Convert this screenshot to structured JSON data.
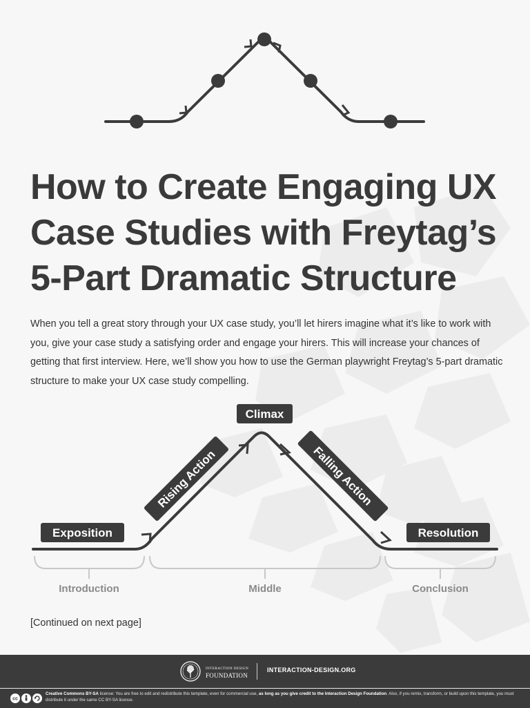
{
  "title": {
    "line1": "How to Create Engaging UX",
    "line2": "Case Studies with Freytag’s",
    "line3": "5-Part Dramatic Structure"
  },
  "intro": "When you tell a great story through your UX case study, you’ll let hirers imagine what it’s like to work with you, give your case study a satisfying order and engage your hirers. This will increase your chances of getting that first interview. Here, we’ll show you how to use the German playwright Freytag’s 5-part dramatic structure to make your UX case study compelling.",
  "diagram": {
    "labels": {
      "exposition": "Exposition",
      "rising": "Rising Action",
      "climax": "Climax",
      "falling": "Falling Action",
      "resolution": "Resolution"
    },
    "sections": {
      "introduction": "Introduction",
      "middle": "Middle",
      "conclusion": "Conclusion"
    }
  },
  "continued": "[Continued on next page]",
  "footer": {
    "org_small": "INTERACTION DESIGN",
    "org_big": "FOUNDATION",
    "url": "INTERACTION-DESIGN.ORG"
  },
  "license": {
    "lead": "Creative Commons BY-SA",
    "part1": " license: You are free to edit and redistribute this template, even for commercial use, ",
    "bold": "as long as you give credit to the Interaction Design Foundation",
    "part2": ". Also, if you remix, transform, or build upon this template, you must distribute it under the same CC BY-SA license."
  },
  "colors": {
    "background": "#f7f7f7",
    "dark": "#3b3b3b",
    "text": "#3d3d3d",
    "bracket": "#c8c8c8",
    "section_label": "#8a8a8a"
  }
}
